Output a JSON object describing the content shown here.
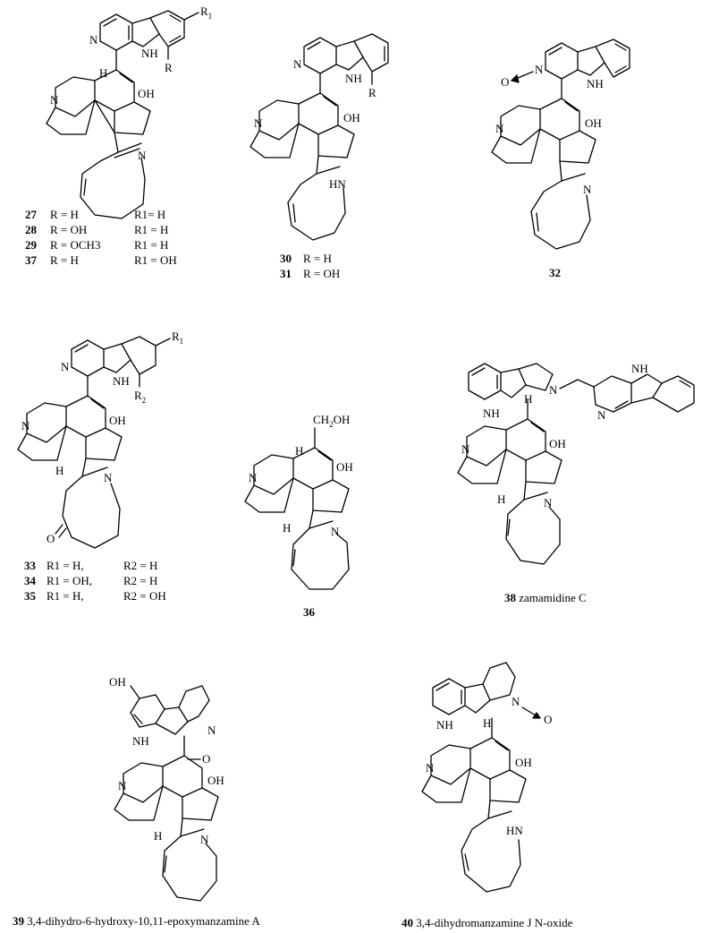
{
  "atoms": {
    "N": "N",
    "NH": "NH",
    "H": "H",
    "OH": "OH",
    "HN": "HN",
    "O": "O",
    "R": "R",
    "R1": "R",
    "R1_sub": "1",
    "R2": "R",
    "R2_sub": "2",
    "CH2OH": "CH",
    "CH2OH_sub": "2",
    "CH2OH_tail": "OH",
    "Hbold": "H"
  },
  "panel1": {
    "rows": [
      {
        "id": "27",
        "r": "R = H",
        "r1": "R1= H"
      },
      {
        "id": "28",
        "r": "R = OH",
        "r1": "R1 = H"
      },
      {
        "id": "29",
        "r": "R = OCH3",
        "r1": "R1 = H"
      },
      {
        "id": "37",
        "r": "R = H",
        "r1": "R1 = OH"
      }
    ]
  },
  "panel2": {
    "rows": [
      {
        "id": "30",
        "r": "R = H"
      },
      {
        "id": "31",
        "r": "R = OH"
      }
    ]
  },
  "panel3": {
    "id": "32"
  },
  "panel4": {
    "rows": [
      {
        "id": "33",
        "r1": "R1 = H,",
        "r2": "R2 = H"
      },
      {
        "id": "34",
        "r1": "R1 = OH,",
        "r2": "R2 = H"
      },
      {
        "id": "35",
        "r1": "R1 = H,",
        "r2": "R2 = OH"
      }
    ]
  },
  "panel5": {
    "id": "36"
  },
  "panel6": {
    "id": "38",
    "name": "zamamidine C"
  },
  "panel7": {
    "id": "39",
    "name": "3,4-dihydro-6-hydroxy-10,11-epoxymanzamine A"
  },
  "panel8": {
    "id": "40",
    "name": "3,4-dihydromanzamine J N-oxide"
  }
}
